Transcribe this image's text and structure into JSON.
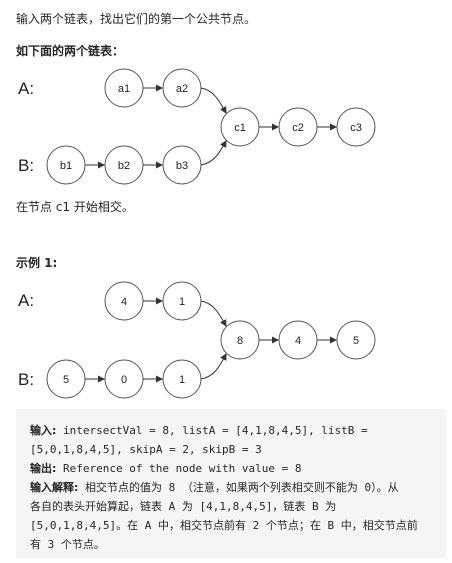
{
  "intro": {
    "line1": "输入两个链表，找出它们的第一个公共节点。",
    "line2": "如下面的两个链表："
  },
  "figure1": {
    "labelA": "A:",
    "labelB": "B:",
    "nodes": {
      "a1": "a1",
      "a2": "a2",
      "c1": "c1",
      "c2": "c2",
      "c3": "c3",
      "b1": "b1",
      "b2": "b2",
      "b3": "b3"
    }
  },
  "after_figure1": "在节点 c1 开始相交。",
  "example1": {
    "heading": "示例 1:",
    "labelA": "A:",
    "labelB": "B:",
    "nodes": {
      "a_4": "4",
      "a_1": "1",
      "c_8": "8",
      "c_4": "4",
      "c_5": "5",
      "b_5": "5",
      "b_0": "0",
      "b_1": "1"
    }
  },
  "codebox": {
    "input_label": "输入:",
    "input_line1": " intersectVal = 8, listA = [4,1,8,4,5], listB =",
    "input_line2": "[5,0,1,8,4,5], skipA = 2, skipB = 3",
    "output_label": "输出:",
    "output_text": " Reference of the node with value = 8",
    "explain_label": "输入解释:",
    "explain_line1": " 相交节点的值为 8 （注意，如果两个列表相交则不能为 0）。从",
    "explain_line2": "各自的表头开始算起，链表 A 为 [4,1,8,4,5]，链表 B 为",
    "explain_line3": "[5,0,1,8,4,5]。在 A 中，相交节点前有 2 个节点；在 B 中，相交节点前",
    "explain_line4": "有 3 个节点。"
  }
}
